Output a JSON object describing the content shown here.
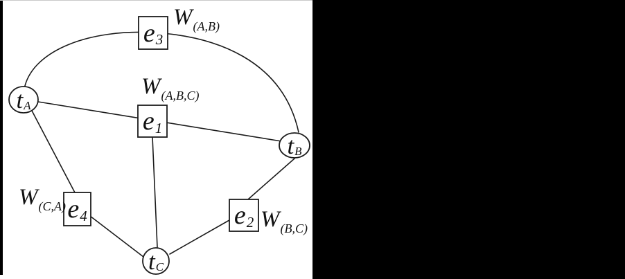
{
  "figure": {
    "kind": "weighted-hypergraph-diagram",
    "colors": {
      "background": "#ffffff",
      "side_panel": "#000000",
      "line": "#1b1b1b"
    },
    "nodes": [
      {
        "id": "tA",
        "label_main": "t",
        "label_sub": "A"
      },
      {
        "id": "tB",
        "label_main": "t",
        "label_sub": "B"
      },
      {
        "id": "tC",
        "label_main": "t",
        "label_sub": "C"
      }
    ],
    "edge_boxes": [
      {
        "id": "e1",
        "label_main": "e",
        "label_sub": "1"
      },
      {
        "id": "e2",
        "label_main": "e",
        "label_sub": "2"
      },
      {
        "id": "e3",
        "label_main": "e",
        "label_sub": "3"
      },
      {
        "id": "e4",
        "label_main": "e",
        "label_sub": "4"
      }
    ],
    "weight_labels": [
      {
        "id": "wAB",
        "label_main": "W",
        "label_sub": "(A,B)"
      },
      {
        "id": "wABC",
        "label_main": "W",
        "label_sub": "(A,B,C)"
      },
      {
        "id": "wCA",
        "label_main": "W",
        "label_sub": "(C,A)"
      },
      {
        "id": "wBC",
        "label_main": "W",
        "label_sub": "(B,C)"
      }
    ],
    "connections": [
      {
        "edge": "e1",
        "nodes": [
          "tA",
          "tB",
          "tC"
        ],
        "weight": "W(A,B,C)"
      },
      {
        "edge": "e2",
        "nodes": [
          "tB",
          "tC"
        ],
        "weight": "W(B,C)"
      },
      {
        "edge": "e3",
        "nodes": [
          "tA",
          "tB"
        ],
        "weight": "W(A,B)"
      },
      {
        "edge": "e4",
        "nodes": [
          "tC",
          "tA"
        ],
        "weight": "W(C,A)"
      }
    ]
  }
}
